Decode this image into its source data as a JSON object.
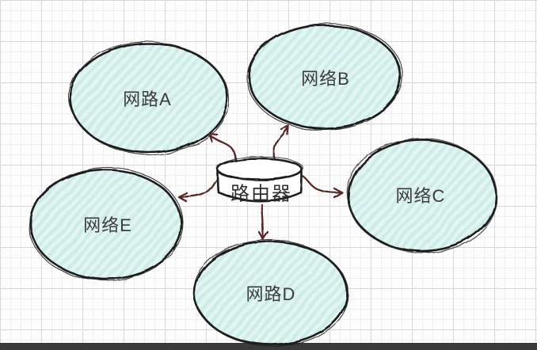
{
  "diagram": {
    "title": "router-star-topology-sketch",
    "router": {
      "id": "router",
      "label": "路由器",
      "shape": "cylinder"
    },
    "nodes": [
      {
        "id": "A",
        "label": "网路A",
        "shape": "ellipse"
      },
      {
        "id": "B",
        "label": "网络B",
        "shape": "ellipse"
      },
      {
        "id": "C",
        "label": "网络C",
        "shape": "ellipse"
      },
      {
        "id": "D",
        "label": "网路D",
        "shape": "ellipse"
      },
      {
        "id": "E",
        "label": "网络E",
        "shape": "ellipse"
      }
    ],
    "edges": [
      {
        "from": "router",
        "to": "A",
        "style": "arrow"
      },
      {
        "from": "router",
        "to": "B",
        "style": "arrow"
      },
      {
        "from": "router",
        "to": "C",
        "style": "arrow"
      },
      {
        "from": "router",
        "to": "D",
        "style": "arrow"
      },
      {
        "from": "router",
        "to": "E",
        "style": "arrow"
      }
    ],
    "colors": {
      "node_fill": "#d9f1ee",
      "node_hatch": "#c9e9e4",
      "node_stroke": "#1b1b1b",
      "router_fill": "#ffffff",
      "arrow": "#5a2727",
      "label_text": "#3b3b3b",
      "grid_minor": "#eeeeee",
      "grid_major": "#d7d7d7",
      "bottom_bar": "#3a3a3a",
      "background": "#fdfdfd"
    }
  }
}
